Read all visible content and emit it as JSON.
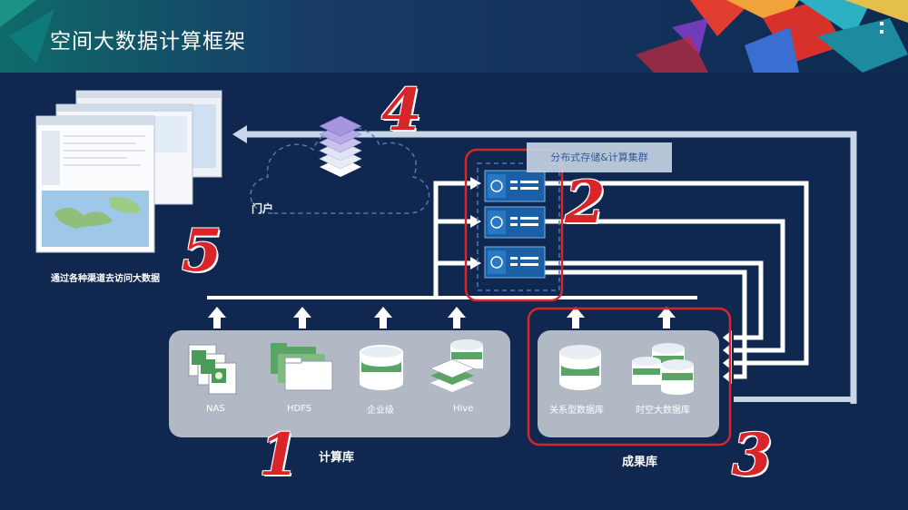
{
  "title": "空间大数据计算框架",
  "colors": {
    "background": "#10284f",
    "highlight_red": "#d8252a",
    "panel": "#c7cdd6",
    "arrow": "#ffffff"
  },
  "portal": {
    "label": "门户",
    "icon": "layer-stack-icon"
  },
  "cluster": {
    "label": "分布式存储&计算集群",
    "nodes": 3,
    "icon": "server-node-icon"
  },
  "access_caption": "通过各种渠道去访问大数据",
  "compute_store": {
    "label": "计算库",
    "items": [
      {
        "label": "NAS",
        "icon": "files-icon"
      },
      {
        "label": "HDFS",
        "icon": "folders-icon"
      },
      {
        "label": "企业级",
        "icon": "database-icon"
      },
      {
        "label": "Hive",
        "icon": "stacked-layers-icon"
      }
    ]
  },
  "result_store": {
    "label": "成果库",
    "items": [
      {
        "label": "关系型数据库",
        "icon": "database-icon"
      },
      {
        "label": "时空大数据库",
        "icon": "multi-database-icon"
      }
    ]
  },
  "step_numbers": [
    "1",
    "2",
    "3",
    "4",
    "5"
  ]
}
